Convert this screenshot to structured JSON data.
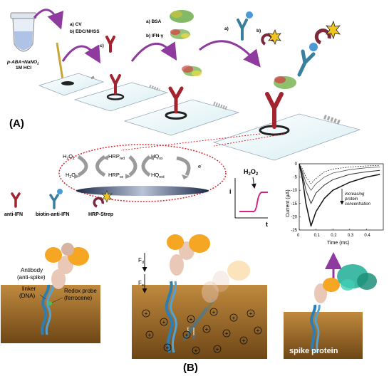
{
  "panel_a": {
    "label": "(A)",
    "tube_label_1": "p-ABA+NaNO",
    "tube_label_1_sub": "2",
    "tube_label_2": "1M HCl",
    "step1_a": "a) CV",
    "step1_b": "b) EDC/NHSS",
    "step1_c": "c)",
    "step2_a": "a) BSA",
    "step2_b": "b) IFN-γ",
    "step3_a": "a)",
    "step3_b": "b)",
    "cycle": {
      "h2o2": "H",
      "h2o2_s1": "2",
      "h2o2_m": "O",
      "h2o2_s2": "2",
      "h2o": "H",
      "h2o_s": "2",
      "h2o_m": "O",
      "hrp_red": "HRP",
      "hrp_red_s": "red",
      "hrp_ox": "HRP",
      "hrp_ox_s": "ox",
      "hq_ox": "HQ",
      "hq_ox_s": "ox",
      "hq_red": "HQ",
      "hq_red_s": "red",
      "electron": "e",
      "electron_sup": "-"
    },
    "legend": {
      "anti_ifn": "anti-IFN",
      "biotin_anti_ifn": "biotin-anti-IFN",
      "hrp_strep": "HRP-Strep"
    },
    "amperogram": {
      "ylabel": "i",
      "xlabel": "t",
      "annotation": "H",
      "annotation_sub1": "2",
      "annotation_mid": "O",
      "annotation_sub2": "2"
    }
  },
  "chart_data": {
    "type": "line",
    "title": "",
    "xlabel": "Time (ms)",
    "ylabel": "Current (μA)",
    "xlim": [
      0,
      0.5
    ],
    "ylim": [
      -25,
      0
    ],
    "xticks": [
      "0",
      "0.1",
      "0.2",
      "0.3",
      "0.4"
    ],
    "yticks": [
      "0",
      "-5",
      "-10",
      "-15",
      "-20",
      "-25"
    ],
    "annotation": [
      "increasing",
      "protein",
      "concentration"
    ],
    "series": [
      {
        "style": "dashed",
        "x": [
          0,
          0.02,
          0.04,
          0.07,
          0.1,
          0.15,
          0.2,
          0.3,
          0.4,
          0.48
        ],
        "y": [
          0,
          -2,
          -5,
          -7.5,
          -5.5,
          -3,
          -2,
          -1.2,
          -0.8,
          -0.6
        ]
      },
      {
        "style": "solid-thin",
        "x": [
          0,
          0.02,
          0.04,
          0.07,
          0.1,
          0.15,
          0.2,
          0.3,
          0.4,
          0.48
        ],
        "y": [
          0,
          -3,
          -7,
          -10,
          -7.5,
          -5,
          -3.5,
          -2.2,
          -1.5,
          -1.2
        ]
      },
      {
        "style": "solid-mid",
        "x": [
          0,
          0.02,
          0.04,
          0.07,
          0.1,
          0.15,
          0.2,
          0.3,
          0.4,
          0.48
        ],
        "y": [
          0,
          -4,
          -10,
          -15,
          -11,
          -8,
          -6,
          -4,
          -3,
          -2.5
        ]
      },
      {
        "style": "solid-bold",
        "x": [
          0,
          0.02,
          0.04,
          0.07,
          0.1,
          0.15,
          0.2,
          0.3,
          0.4,
          0.48
        ],
        "y": [
          0,
          -6,
          -15,
          -23.5,
          -18,
          -13,
          -10,
          -7,
          -5,
          -4
        ]
      }
    ]
  },
  "panel_b": {
    "label": "(B)",
    "antibody": "Antibody",
    "antibody_sub": "(anti-spike)",
    "linker": "linker",
    "linker_sub": "(DNA)",
    "probe": "Redox probe",
    "probe_sub": "(ferrocene)",
    "fd": "F",
    "fd_sub": "d",
    "fe": "F",
    "fe_sub": "e",
    "tau": "τ",
    "spike": "spike protein",
    "plus": "+"
  },
  "colors": {
    "arrow": "#8e3a9e",
    "antibody_red": "#a3242f",
    "antibody_blue": "#3a7f9e",
    "surface_brown": "#9a6a2c",
    "orange": "#f5a623",
    "teal": "#2bb39a",
    "dna_blue": "#2a7fb8",
    "ellipse_red": "#d9272e",
    "amp_trace": "#d4247f"
  }
}
